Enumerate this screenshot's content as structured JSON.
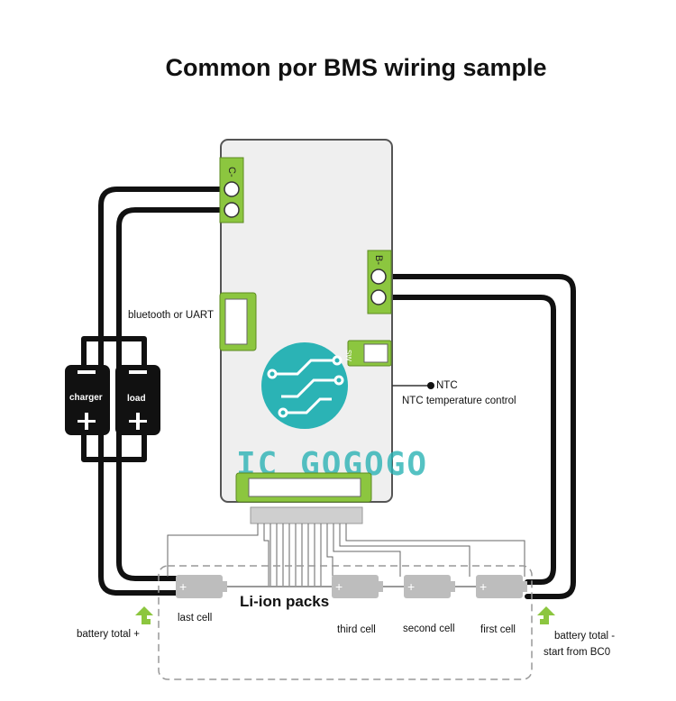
{
  "title": "Common por BMS wiring sample",
  "board": {
    "port_c_minus": "C-",
    "port_b_minus": "B-",
    "port_sw": "SW",
    "watermark": "IC GOGOGO"
  },
  "labels": {
    "bluetooth": "bluetooth or UART",
    "ntc_short": "NTC",
    "ntc_long": "NTC temperature control",
    "charger": "charger",
    "load": "load",
    "li_ion": "Li-ion packs",
    "last_cell": "last cell",
    "third_cell": "third cell",
    "second_cell": "second cell",
    "first_cell": "first cell",
    "battery_total_plus": "battery total +",
    "battery_total_minus_1": "battery total -",
    "battery_total_minus_2": "start from BC0"
  },
  "colors": {
    "wire": "#111111",
    "board": "#efefef",
    "board_border": "#555555",
    "green": "#8cc63f",
    "teal": "#2bb3b5",
    "cell": "#bdbdbd",
    "red": "#e0222a"
  }
}
